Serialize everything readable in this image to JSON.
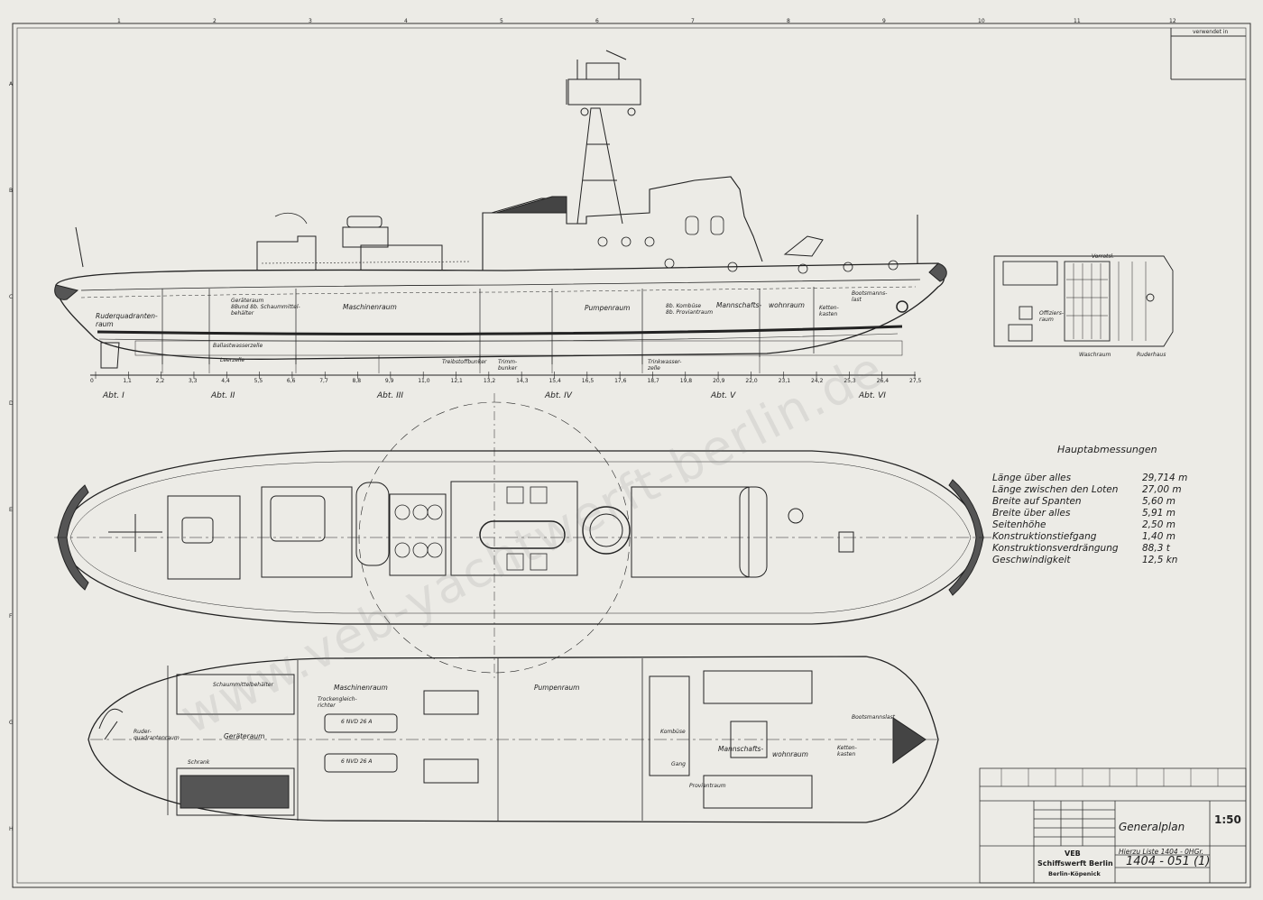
{
  "frame": {
    "top_numbers": [
      "1",
      "2",
      "3",
      "4",
      "5",
      "6",
      "7",
      "8",
      "9",
      "10",
      "11",
      "12"
    ],
    "side_letters": [
      "A",
      "B",
      "C",
      "D",
      "E",
      "F",
      "G",
      "H"
    ],
    "verwendet": "verwendet in"
  },
  "profile": {
    "rooms": [
      {
        "label": "Ruderquadranten-\nraum"
      },
      {
        "label": "Geräteraum\n8Bund 8b. Schaummittel-\nbehälter"
      },
      {
        "label": "Maschinenraum"
      },
      {
        "label": "Pumpenraum"
      },
      {
        "label": "8b. Kombüse\n8b. Proviantraum"
      },
      {
        "label": "Mannschafts-"
      },
      {
        "label": "wohnraum"
      },
      {
        "label": "Ketten-\nkasten"
      },
      {
        "label": "Bootsmanns-\nlast"
      }
    ],
    "tanks": [
      "Ballastwasserzelle",
      "Leerzelle",
      "Treibstoffbunker",
      "Trimm-\nbunker",
      "Trinkwasser-\nzelle"
    ],
    "frames": [
      "0",
      "1,1",
      "2,2",
      "3,3",
      "4,4",
      "5,5",
      "6,6",
      "7,7",
      "8,8",
      "9,9",
      "11,0",
      "12,1",
      "13,2",
      "14,3",
      "15,4",
      "16,5",
      "17,6",
      "18,7",
      "19,8",
      "20,9",
      "22,0",
      "23,1",
      "24,2",
      "25,3",
      "26,4",
      "27,5"
    ],
    "sections": [
      "Abt. I",
      "Abt. II",
      "Abt. III",
      "Abt. IV",
      "Abt. V",
      "Abt. VI"
    ]
  },
  "deckhouse_plan": {
    "labels": [
      "Vorratsl.",
      "Offiziers-\nraum",
      "Waschraum",
      "Ruderhaus"
    ]
  },
  "main_dimensions": {
    "title": "Hauptabmessungen",
    "rows": [
      {
        "label": "Länge über alles",
        "value": "29,714 m"
      },
      {
        "label": "Länge zwischen den Loten",
        "value": "27,00 m"
      },
      {
        "label": "Breite auf Spanten",
        "value": "5,60 m"
      },
      {
        "label": "Breite über alles",
        "value": "5,91 m"
      },
      {
        "label": "Seitenhöhe",
        "value": "2,50 m"
      },
      {
        "label": "Konstruktionstiefgang",
        "value": "1,40 m"
      },
      {
        "label": "Konstruktionsverdrängung",
        "value": "88,3 t"
      },
      {
        "label": "Geschwindigkeit",
        "value": "12,5 kn"
      }
    ]
  },
  "lower_plan": {
    "labels": [
      "Schaummittelbehälter",
      "Ruder-\nquadrantenraum",
      "Geräteraum",
      "Schrank",
      "Maschinenraum",
      "Trockengleich-\nrichter",
      "6 NVD 26 A",
      "6 NVD 26 A",
      "Pumpenraum",
      "Kombüse",
      "Mannschafts-",
      "wohnraum",
      "Proviantraum",
      "Gang",
      "Bootsmannslast",
      "Ketten-\nkasten"
    ]
  },
  "title_block": {
    "drawing_title": "Generalplan",
    "reference": "Hierzu Liste 1404 - 0HGr.",
    "drawing_number": "1404 - 051 (1)",
    "scale": "1:50",
    "company_line1": "VEB",
    "company_line2": "Schiffswerft Berlin",
    "company_line3": "Berlin-Köpenick"
  },
  "watermark": "www.veb-yachtwerft-berlin.de"
}
